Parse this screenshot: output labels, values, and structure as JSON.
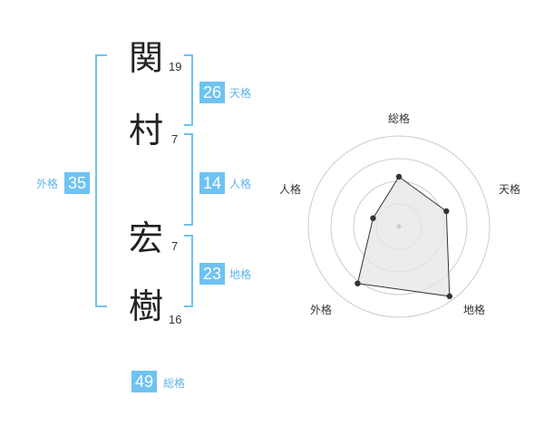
{
  "name_chars": [
    {
      "char": "関",
      "strokes": "19"
    },
    {
      "char": "村",
      "strokes": "7"
    },
    {
      "char": "宏",
      "strokes": "7"
    },
    {
      "char": "樹",
      "strokes": "16"
    }
  ],
  "kakusu": {
    "tenkaku": {
      "value": "26",
      "label": "天格"
    },
    "jinkaku": {
      "value": "14",
      "label": "人格"
    },
    "chikaku": {
      "value": "23",
      "label": "地格"
    },
    "gaikaku": {
      "value": "35",
      "label": "外格"
    },
    "soukaku": {
      "value": "49",
      "label": "総格"
    }
  },
  "colors": {
    "accent": "#6ec3f1",
    "radar_fill": "#e6e6e6",
    "ring": "#cccccc"
  },
  "chart_data": {
    "type": "radar",
    "axes": [
      "総格",
      "天格",
      "地格",
      "外格",
      "人格"
    ],
    "rings": 4,
    "max": 4,
    "values": [
      2.2,
      2.2,
      3.8,
      3.1,
      1.2
    ]
  }
}
